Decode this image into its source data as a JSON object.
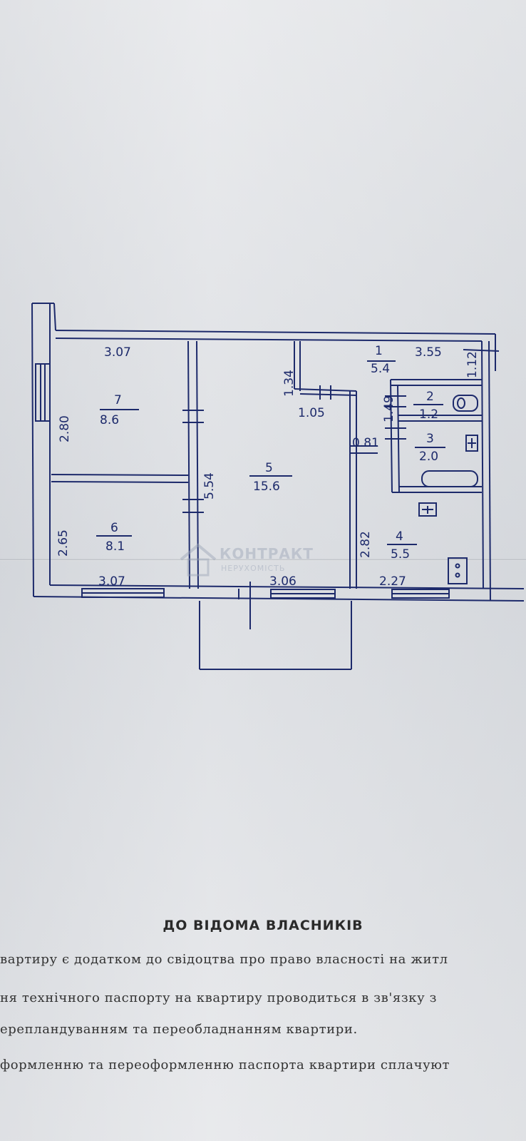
{
  "plan": {
    "rooms": [
      {
        "number": "1",
        "area": "5.4"
      },
      {
        "number": "2",
        "area": "1.2"
      },
      {
        "number": "3",
        "area": "2.0"
      },
      {
        "number": "4",
        "area": "5.5"
      },
      {
        "number": "5",
        "area": "15.6"
      },
      {
        "number": "6",
        "area": "8.1"
      },
      {
        "number": "7",
        "area": "8.6"
      }
    ],
    "dimensions": {
      "d_top_left": "3.07",
      "d_top_right": "3.55",
      "d_bottom_left": "3.07",
      "d_bottom_mid": "3.06",
      "d_bottom_right": "2.27",
      "d_corridor_h": "1.34",
      "d_corridor_w": "1.05",
      "d_entry_right": "1.12",
      "d_bath_h": "1.49",
      "d_door": "0.81",
      "d_room7_h": "2.80",
      "d_room6_h": "2.65",
      "d_room5_h": "5.54",
      "d_room4_h": "2.82"
    }
  },
  "watermark": {
    "brand": "КОНТРАКТ",
    "sub": "НЕРУХОМІСТЬ"
  },
  "notice": {
    "title": "ДО ВІДОМА ВЛАСНИКІВ",
    "lines": [
      "вартиру є додатком до свідоцтва  про право власності на житл",
      "ня  технічного  паспорту  на  квартиру  проводиться  в  зв'язку  з",
      "ерепландуванням та переобладнанням квартири.",
      "формленню  та  переоформленню  паспорта  квартири  сплачуют"
    ]
  }
}
